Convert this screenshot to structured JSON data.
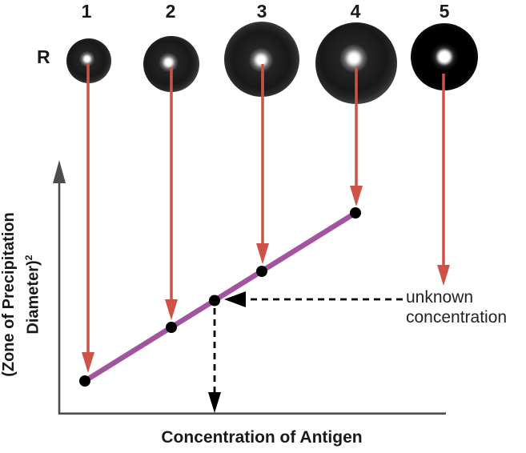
{
  "diagram": {
    "plate_label": "R",
    "wells": [
      {
        "label": "1"
      },
      {
        "label": "2"
      },
      {
        "label": "3"
      },
      {
        "label": "4"
      },
      {
        "label": "5"
      }
    ],
    "graph": {
      "y_axis_label": "(Zone of Precipitation Diameter)",
      "y_axis_exponent": "2",
      "x_axis_label": "Concentration of Antigen",
      "annotation": "unknown concentration"
    },
    "colors": {
      "arrow_red": "#cd5348",
      "curve_purple": "#a2549e",
      "axis_gray": "#4d4d4d",
      "ink_black": "#1a1a1a"
    }
  }
}
